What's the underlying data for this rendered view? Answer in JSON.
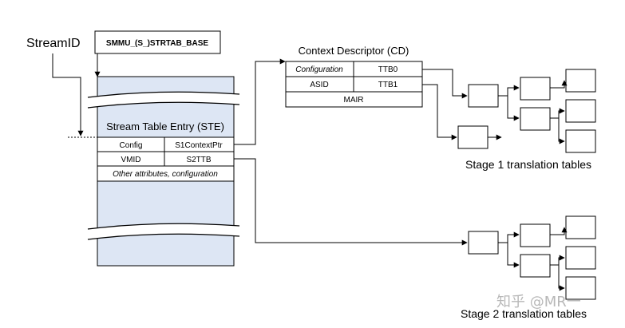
{
  "labels": {
    "stream_id": "StreamID",
    "strtab_base": "SMMU_(S_)STRTAB_BASE",
    "ste_title": "Stream Table Entry (STE)",
    "cd_title": "Context Descriptor (CD)",
    "stage1_title": "Stage 1 translation tables",
    "stage2_title": "Stage 2 translation tables"
  },
  "ste_fields": {
    "config": "Config",
    "s1contextptr": "S1ContextPtr",
    "vmid": "VMID",
    "s2ttb": "S2TTB",
    "other": "Other attributes, configuration"
  },
  "cd_fields": {
    "configuration": "Configuration",
    "ttb0": "TTB0",
    "asid": "ASID",
    "ttb1": "TTB1",
    "mair": "MAIR"
  },
  "watermark": "知乎 @MR一",
  "colors": {
    "ste_fill": "#dde6f4",
    "line": "#000000",
    "watermark": "#b8b8b8"
  }
}
